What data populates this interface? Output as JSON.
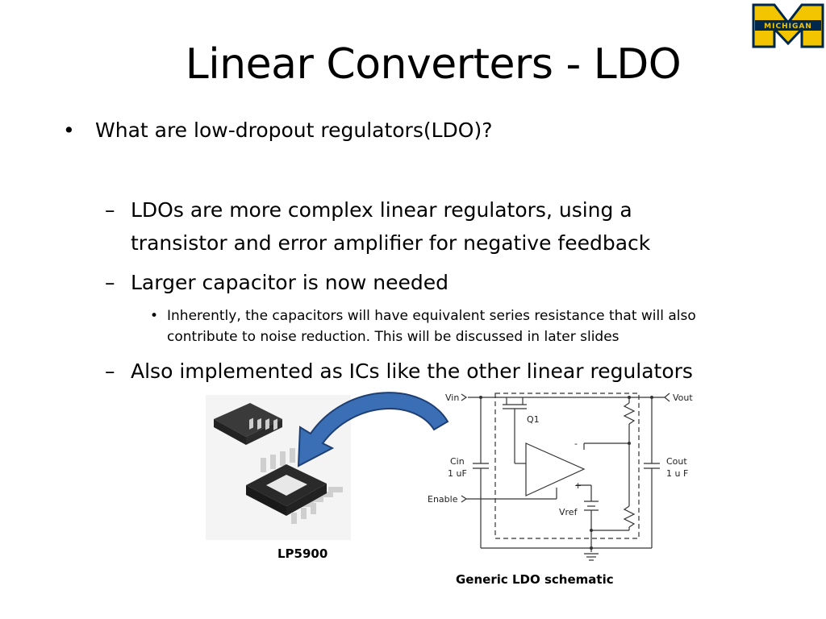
{
  "slide": {
    "title": "Linear Converters - LDO",
    "logo_text": "MICHIGAN",
    "bullets": {
      "b1": "What are low-dropout regulators(LDO)?",
      "s1": "LDOs are more complex linear regulators, using a",
      "s1b": "transistor and error amplifier for negative feedback",
      "s2": "Larger capacitor is now needed",
      "t1": "Inherently, the capacitors will have equivalent series resistance that will also",
      "t1b": "contribute to noise reduction. This will be discussed in later slides",
      "s3": "Also implemented as ICs like the other linear regulators"
    },
    "markers": {
      "dot": "•",
      "dash": "–"
    },
    "captions": {
      "chip": "LP5900",
      "schematic": "Generic LDO schematic"
    },
    "schematic_labels": {
      "vin": "Vin",
      "vout": "Vout",
      "q1": "Q1",
      "cin": "Cin",
      "cin_val": "1 uF",
      "cout": "Cout",
      "cout_val": "1 u F",
      "enable": "Enable",
      "vref": "Vref",
      "minus": "-",
      "plus": "+"
    },
    "colors": {
      "accent_maize": "#f2c500",
      "accent_blue": "#00274c",
      "arrow_blue": "#3b6fb5"
    }
  }
}
